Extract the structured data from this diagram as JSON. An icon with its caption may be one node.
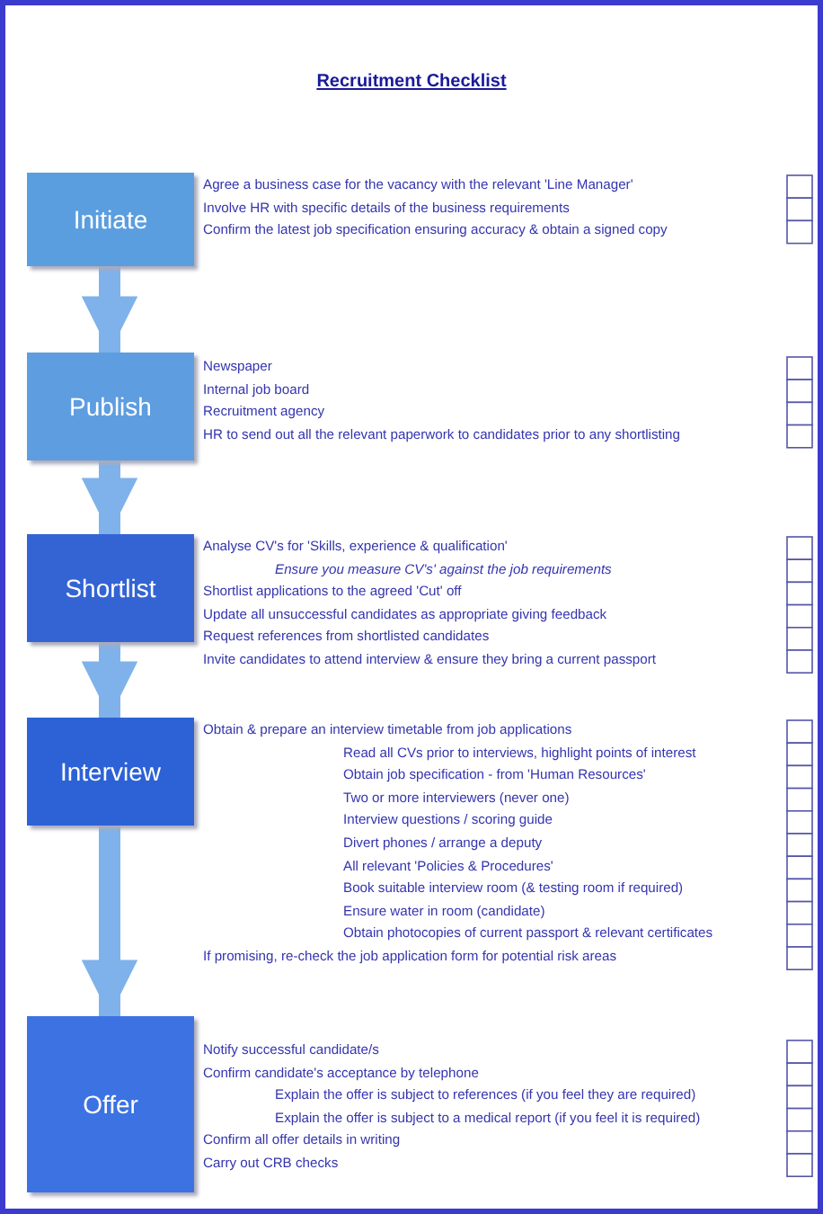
{
  "diagram": {
    "title": "Recruitment Checklist",
    "nodes": [
      {
        "text": [
          "Initiate"
        ]
      },
      {
        "text": [
          "Publish"
        ]
      },
      {
        "text": [
          "Shortlist"
        ]
      },
      {
        "text": [
          "Interview"
        ]
      },
      {
        "text": [
          "Offer"
        ]
      }
    ],
    "edges": [
      {
        "from": 0,
        "to": 1,
        "arrow": "to"
      },
      {
        "from": 1,
        "to": 2,
        "arrow": "to"
      },
      {
        "from": 2,
        "to": 3,
        "arrow": "to"
      },
      {
        "from": 3,
        "to": 4,
        "arrow": "to"
      }
    ],
    "labels": [
      "Agree a business case for the vacancy with the relevant 'Line Manager'",
      "Involve HR with specific details of the business requirements",
      "Confirm the latest job specification ensuring accuracy & obtain a signed copy",
      "Newspaper",
      "Internal job board",
      "Recruitment agency",
      "HR to send out all the relevant paperwork to candidates prior to any shortlisting",
      "Analyse CV's for 'Skills, experience & qualification'",
      "Ensure you measure CV's' against the job requirements",
      "Shortlist applications to the agreed 'Cut' off",
      "Update all unsuccessful candidates as appropriate giving feedback",
      "Request references from shortlisted candidates",
      "Invite candidates to attend interview & ensure they bring a current passport",
      "Obtain & prepare an interview timetable from job applications",
      "Read all CVs prior to interviews, highlight points of interest",
      "Obtain job specification - from 'Human Resources'",
      "Two or more interviewers (never one)",
      "Interview questions / scoring guide",
      "Divert phones / arrange a deputy",
      "All relevant 'Policies & Procedures'",
      "Book suitable interview room (& testing room if required)",
      "Ensure water in room (candidate)",
      "Obtain photocopies of current passport & relevant certificates",
      "If promising, re-check the job application form for potential risk areas",
      "Notify successful candidate/s",
      "Confirm candidate's acceptance by telephone",
      "Explain the offer is subject to references (if you feel they are required)",
      "Explain the offer is subject to a medical report (if you feel it is required)",
      "Confirm all offer details in writing",
      "Carry out CRB checks"
    ]
  }
}
